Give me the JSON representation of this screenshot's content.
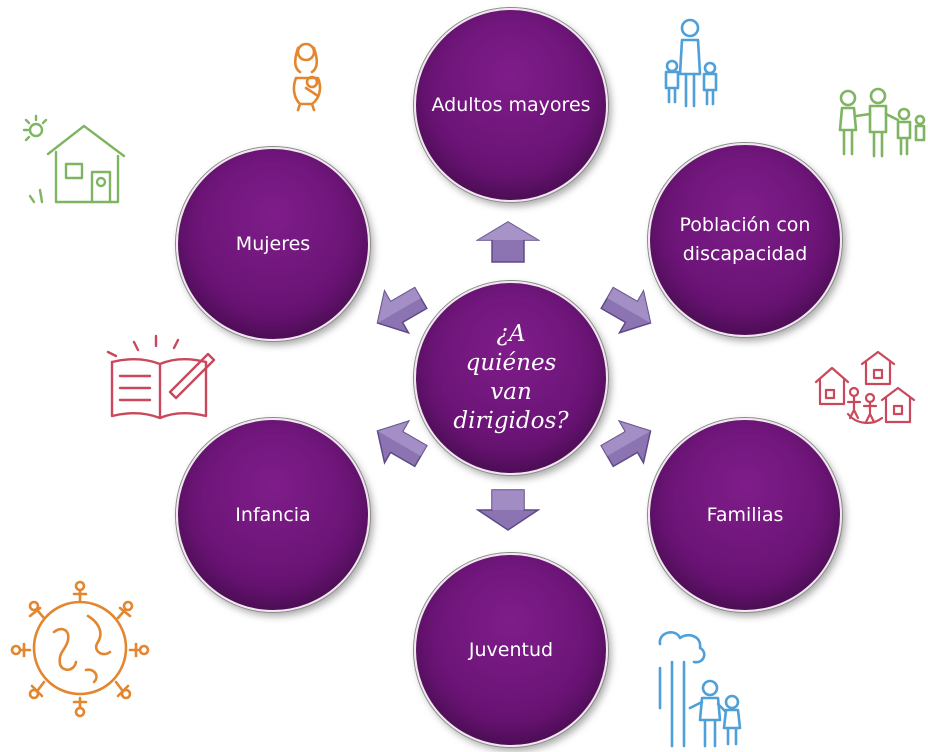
{
  "center": {
    "label": "¿A quiénes van dirigidos?"
  },
  "nodes": [
    {
      "key": "adultos",
      "label": "Adultos mayores"
    },
    {
      "key": "poblacion",
      "label": "Población con discapacidad"
    },
    {
      "key": "familias",
      "label": "Familias"
    },
    {
      "key": "juventud",
      "label": "Juventud"
    },
    {
      "key": "infancia",
      "label": "Infancia"
    },
    {
      "key": "mujeres",
      "label": "Mujeres"
    }
  ],
  "colors": {
    "circle": "#6b1476",
    "arrow": "#8c74b3",
    "doodle_orange": "#e3862e",
    "doodle_green": "#7fb562",
    "doodle_blue": "#4f9fd8",
    "doodle_red": "#c9485b"
  },
  "icons": {
    "woman_child": "woman-with-child-icon",
    "house": "house-icon",
    "book": "book-writing-icon",
    "globe": "globe-people-icon",
    "elder": "elder-with-children-icon",
    "family": "family-icon",
    "village": "village-icon",
    "youth": "youth-group-icon"
  }
}
